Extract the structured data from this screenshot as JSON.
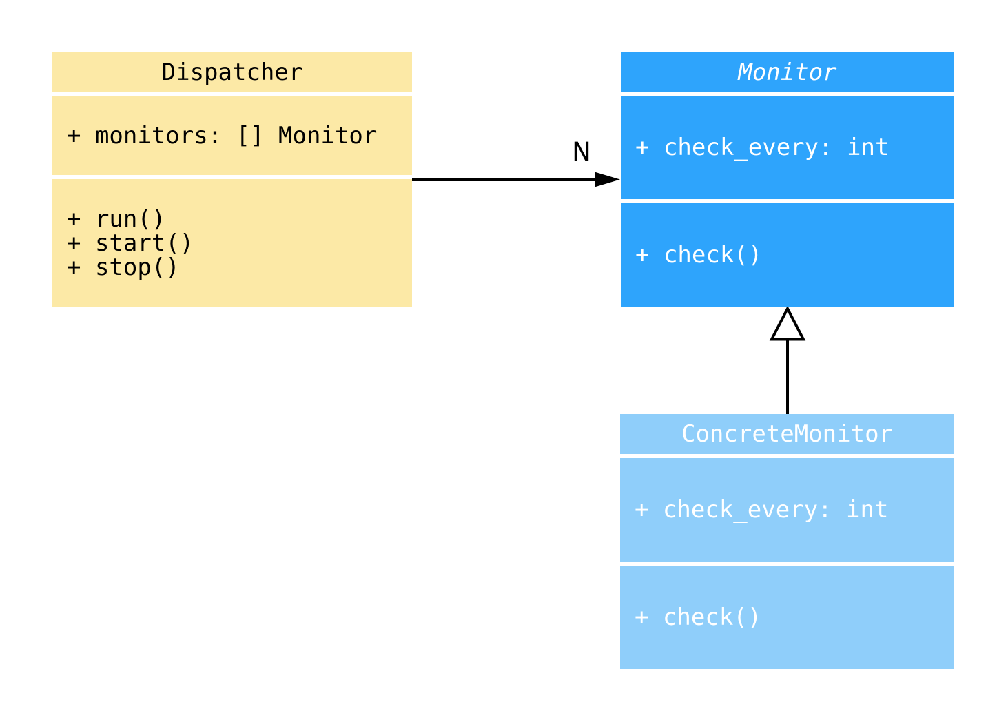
{
  "diagram": {
    "type": "uml-class-diagram",
    "background": "#FFFFFF",
    "classes": [
      {
        "name": "Dispatcher",
        "abstract": false,
        "fill": "#FCE9A6",
        "text_color": "#000000",
        "attributes": [
          "+ monitors: [] Monitor"
        ],
        "methods": [
          "+ run()",
          "+ start()",
          "+ stop()"
        ]
      },
      {
        "name": "Monitor",
        "abstract": true,
        "fill": "#2EA4FC",
        "text_color": "#FFFFFF",
        "attributes": [
          "+ check_every: int"
        ],
        "methods": [
          "+ check()"
        ]
      },
      {
        "name": "ConcreteMonitor",
        "abstract": false,
        "fill": "#8FCEFA",
        "text_color": "#FFFFFF",
        "attributes": [
          "+ check_every: int"
        ],
        "methods": [
          "+ check()"
        ]
      }
    ],
    "relations": [
      {
        "type": "association",
        "from": "Dispatcher",
        "to": "Monitor",
        "label": "N",
        "arrow": "filled-arrowhead",
        "color": "#000000"
      },
      {
        "type": "inheritance",
        "from": "ConcreteMonitor",
        "to": "Monitor",
        "label": "",
        "arrow": "hollow-triangle",
        "color": "#000000"
      }
    ]
  }
}
